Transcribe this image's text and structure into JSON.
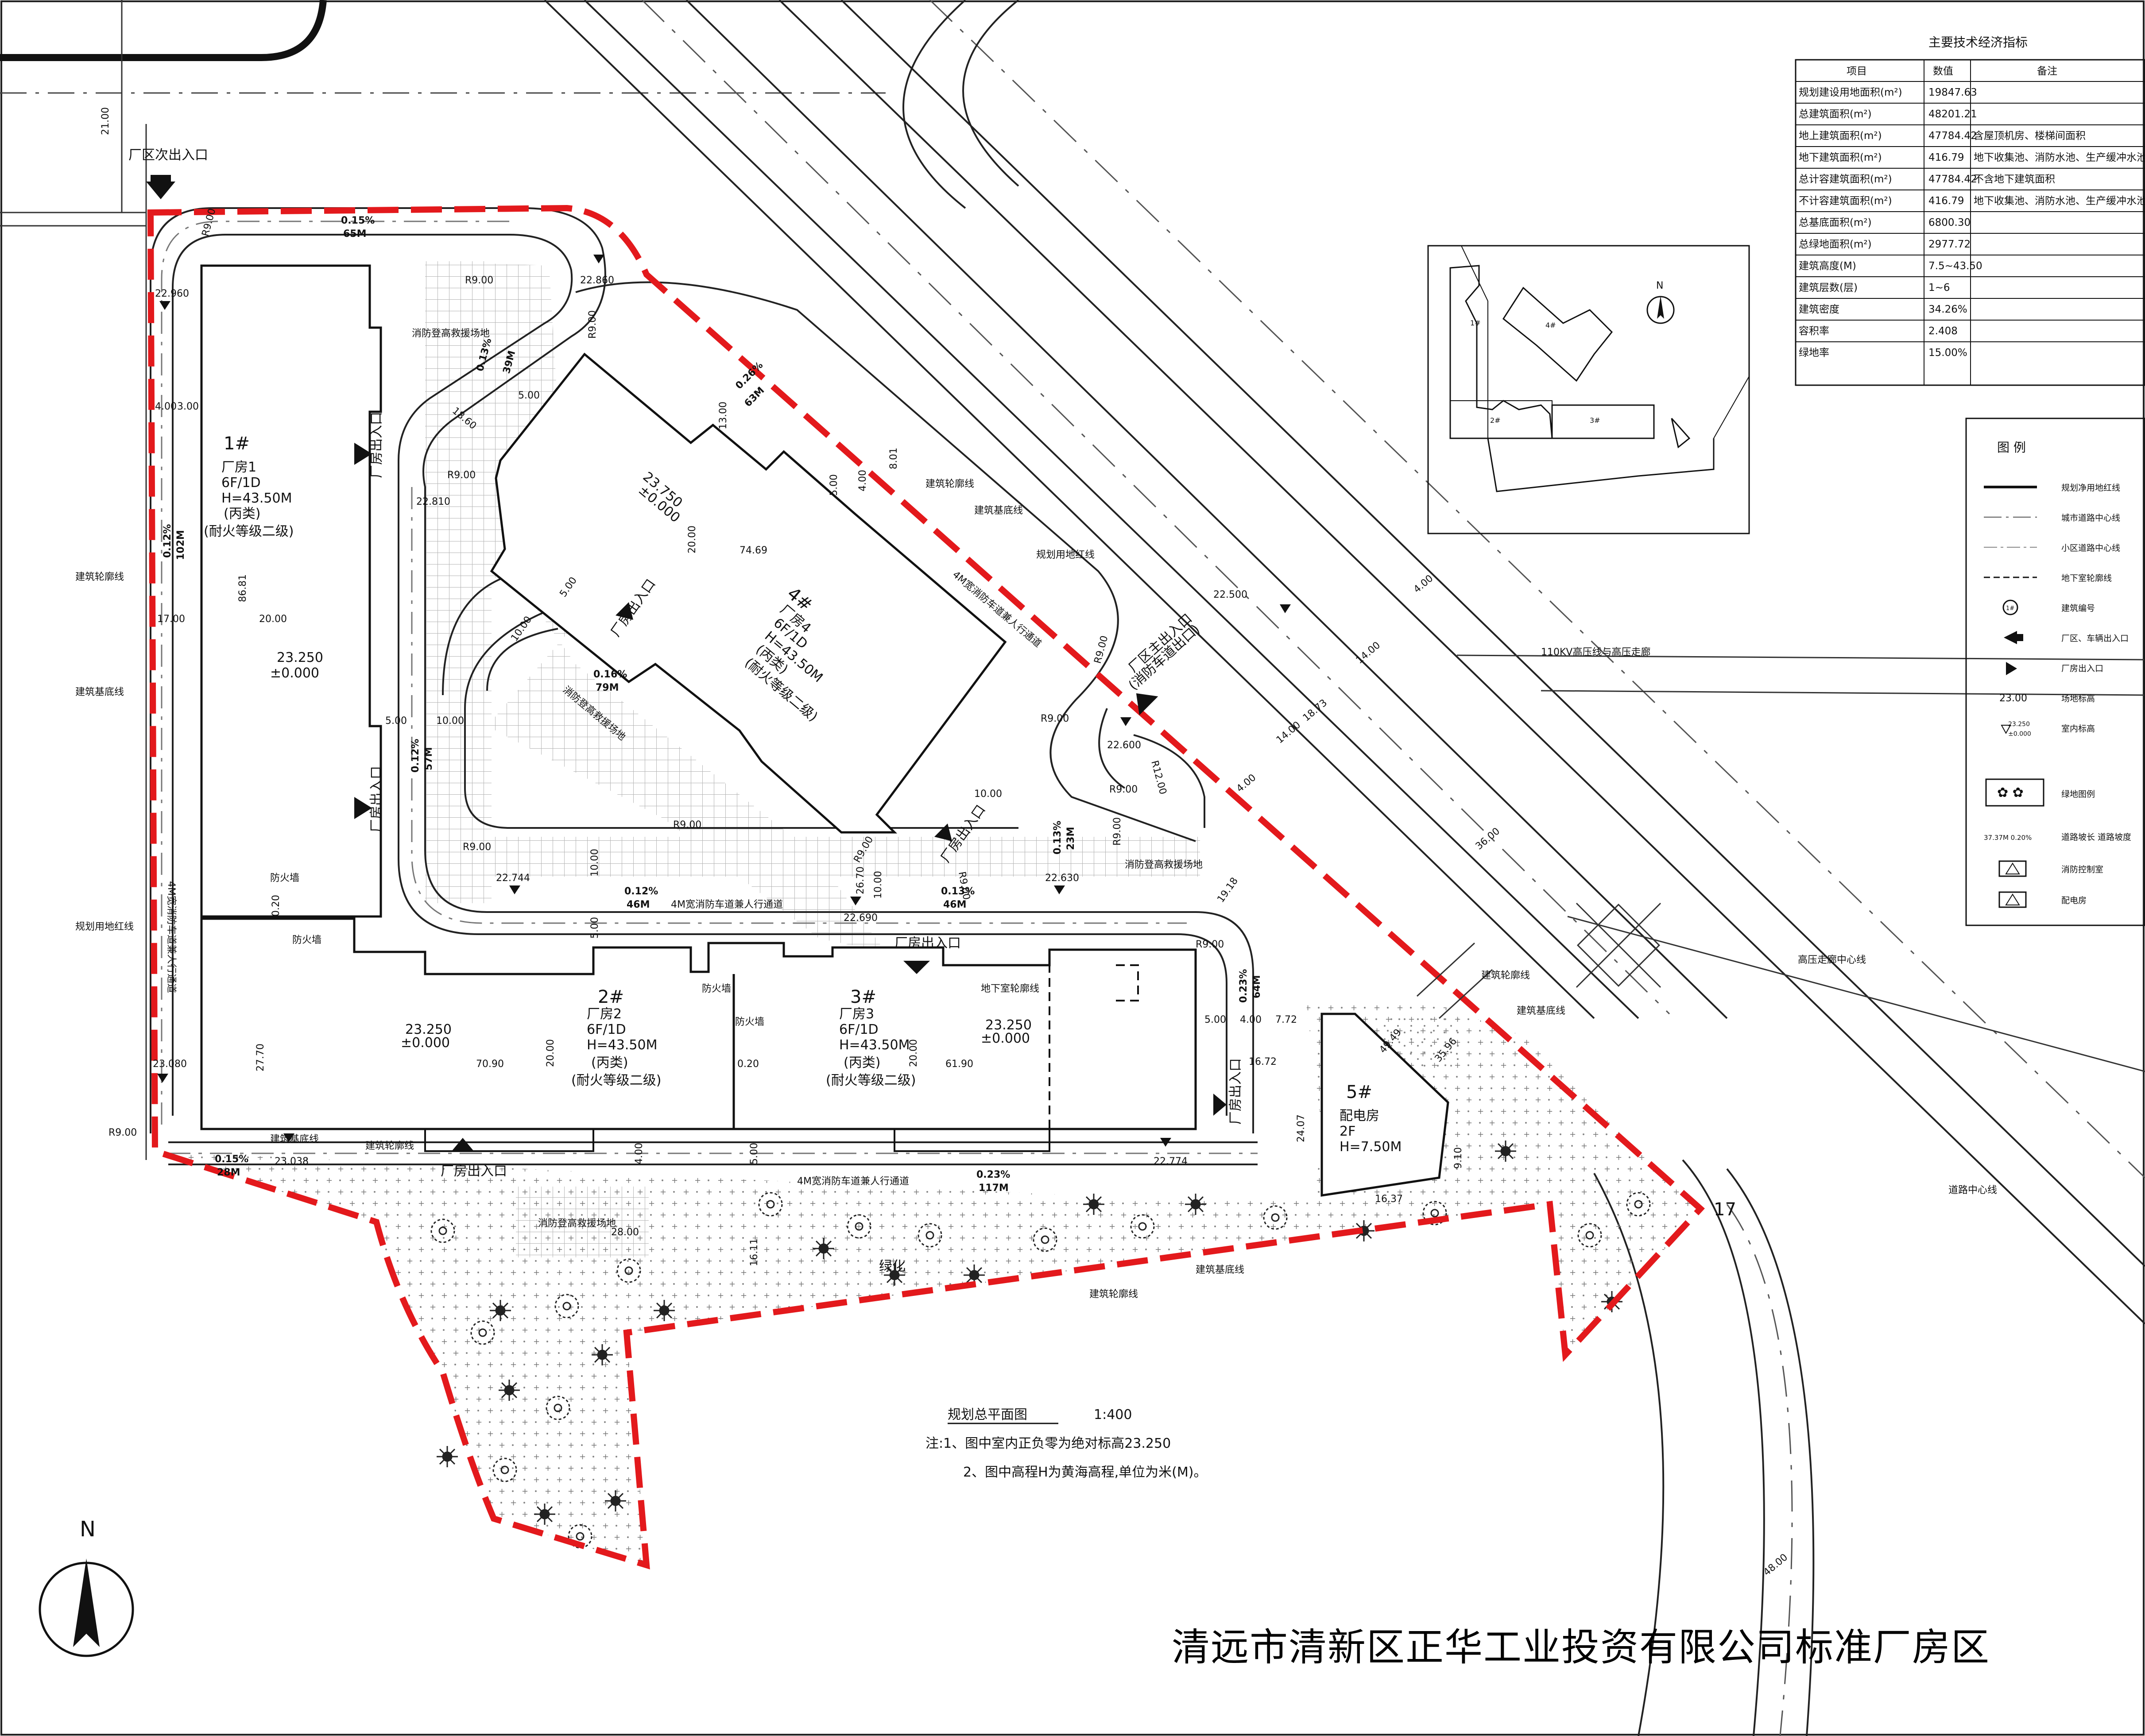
{
  "drawing": {
    "title": "清远市清新区正华工业投资有限公司标准厂房区",
    "plan_label": "规划总平面图",
    "scale": "1:400",
    "notes": [
      "注:1、图中室内正负零为绝对标高23.250",
      "2、图中高程H为黄海高程,单位为米(M)。"
    ],
    "north_label": "N",
    "colors": {
      "boundary": "#e3191c",
      "line": "#222222",
      "hatch": "#999999"
    }
  },
  "entrances": {
    "secondary": "厂区次出入口",
    "main_l1": "厂区主出入口",
    "main_l2": "(消防车道出口)"
  },
  "buildings": [
    {
      "id": "1#",
      "lines": [
        "厂房1",
        "6F/1D",
        "H=43.50M",
        "(丙类)",
        "(耐火等级二级)"
      ],
      "elev": "23.250",
      "zero": "±0.000"
    },
    {
      "id": "4#",
      "lines": [
        "厂房4",
        "6F/1D",
        "H=43.50M",
        "(丙类)",
        "(耐火等级二级)"
      ],
      "elev": "23.750",
      "zero": "±0.000"
    },
    {
      "id": "2#",
      "lines": [
        "厂房2",
        "6F/1D",
        "H=43.50M",
        "(丙类)",
        "(耐火等级二级)"
      ],
      "elev": "23.250",
      "zero": "±0.000"
    },
    {
      "id": "3#",
      "lines": [
        "厂房3",
        "6F/1D",
        "H=43.50M",
        "(丙类)",
        "(耐火等级二级)"
      ],
      "elev": "23.250",
      "zero": "±0.000"
    },
    {
      "id": "5#",
      "lines": [
        "配电房",
        "2F",
        "H=7.50M"
      ]
    }
  ],
  "labels": {
    "plant_entrance": "厂房出入口",
    "fire_road": "4M宽消防车道兼人行通道",
    "fire_site": "消防登高救援场地",
    "firewall": "防火墙",
    "outline": "建筑轮廓线",
    "base_line": "建筑基底线",
    "red_line": "规划用地红线",
    "basement_line": "地下室轮廓线",
    "hv_line": "110KV高压线与高压走廊",
    "hv_center": "高压走廊中心线",
    "road_center": "道路中心线",
    "green": "绿化",
    "green_num": "17"
  },
  "dims": {
    "d2100": "21.00",
    "d1300": "13.00",
    "d500": "5.00",
    "d400": "4.00",
    "d300": "3.00",
    "d1400": "14.00",
    "d3600": "36.00",
    "d4800": "48.00",
    "d2000": "20.00",
    "d1700": "17.00",
    "d1000": "10.00",
    "d8681": "86.81",
    "d7469": "74.69",
    "d2770": "27.70",
    "d7090": "70.90",
    "d6190": "61.90",
    "d2407": "24.07",
    "d1672": "16.72",
    "d772": "7.72",
    "d1637": "16.37",
    "d910": "9.10",
    "d1918": "19.18",
    "d2800": "28.00",
    "d1611": "16.11",
    "d020": "0.20",
    "d801": "8.01",
    "d4949": "49.49",
    "d3596": "35.96",
    "d1860": "18.60",
    "d1873": "18.73",
    "d2670": "26.70"
  },
  "elevations": {
    "e1": "22.860",
    "e2": "22.810",
    "e3": "22.500",
    "e4": "22.600",
    "e5": "22.744",
    "e6": "22.630",
    "e7": "22.690",
    "e8": "23.080",
    "e9": "23.038",
    "e10": "22.774",
    "e11": "22.960"
  },
  "slopes": {
    "s1a": "0.15%",
    "s1b": "65M",
    "s2a": "0.13%",
    "s2b": "39M",
    "s3a": "0.26%",
    "s3b": "63M",
    "s4a": "0.12%",
    "s4b": "102M",
    "s5a": "0.16%",
    "s5b": "79M",
    "s6a": "0.12%",
    "s6b": "57M",
    "s7a": "0.12%",
    "s7b": "46M",
    "s8a": "0.13%",
    "s8b": "46M",
    "s9a": "0.13%",
    "s9b": "23M",
    "s10a": "0.23%",
    "s10b": "64M",
    "s11a": "0.15%",
    "s11b": "28M",
    "s12a": "0.23%",
    "s12b": "117M"
  },
  "radii": {
    "r9": "R9.00",
    "r12": "R12.00"
  },
  "econ": {
    "title": "主要技术经济指标",
    "headers": [
      "项目",
      "数值",
      "备注"
    ],
    "rows": [
      [
        "规划建设用地面积(m²)",
        "19847.63",
        ""
      ],
      [
        "总建筑面积(m²)",
        "48201.21",
        ""
      ],
      [
        "地上建筑面积(m²)",
        "47784.42",
        "含屋顶机房、楼梯间面积"
      ],
      [
        "地下建筑面积(m²)",
        "416.79",
        "地下收集池、消防水池、生产缓冲水池、水泵"
      ],
      [
        "总计容建筑面积(m²)",
        "47784.42",
        "不含地下建筑面积"
      ],
      [
        "不计容建筑面积(m²)",
        "416.79",
        "地下收集池、消防水池、生产缓冲水池、水泵"
      ],
      [
        "总基底面积(m²)",
        "6800.30",
        ""
      ],
      [
        "总绿地面积(m²)",
        "2977.72",
        ""
      ],
      [
        "建筑高度(M)",
        "7.5~43.50",
        ""
      ],
      [
        "建筑层数(层)",
        "1~6",
        ""
      ],
      [
        "建筑密度",
        "34.26%",
        ""
      ],
      [
        "容积率",
        "2.408",
        ""
      ],
      [
        "绿地率",
        "15.00%",
        ""
      ]
    ]
  },
  "keymap": {
    "north": "N",
    "b1": "1#",
    "b2": "2#",
    "b3": "3#",
    "b4": "4#"
  },
  "legend": {
    "title": "图 例",
    "items": [
      "规划净用地红线",
      "城市道路中心线",
      "小区道路中心线",
      "地下室轮廓线",
      "建筑编号",
      "厂区、车辆出入口",
      "厂房出入口",
      "场地标高",
      "室内标高",
      "绿地图例",
      "道路坡长 道路坡度",
      "消防控制室",
      "配电房"
    ],
    "sample_elev": "23.00",
    "sample_indoor": "23.250",
    "sample_zero": "±0.000",
    "sample_slope": "37.37M 0.20%",
    "sample_bldg": "1#"
  }
}
